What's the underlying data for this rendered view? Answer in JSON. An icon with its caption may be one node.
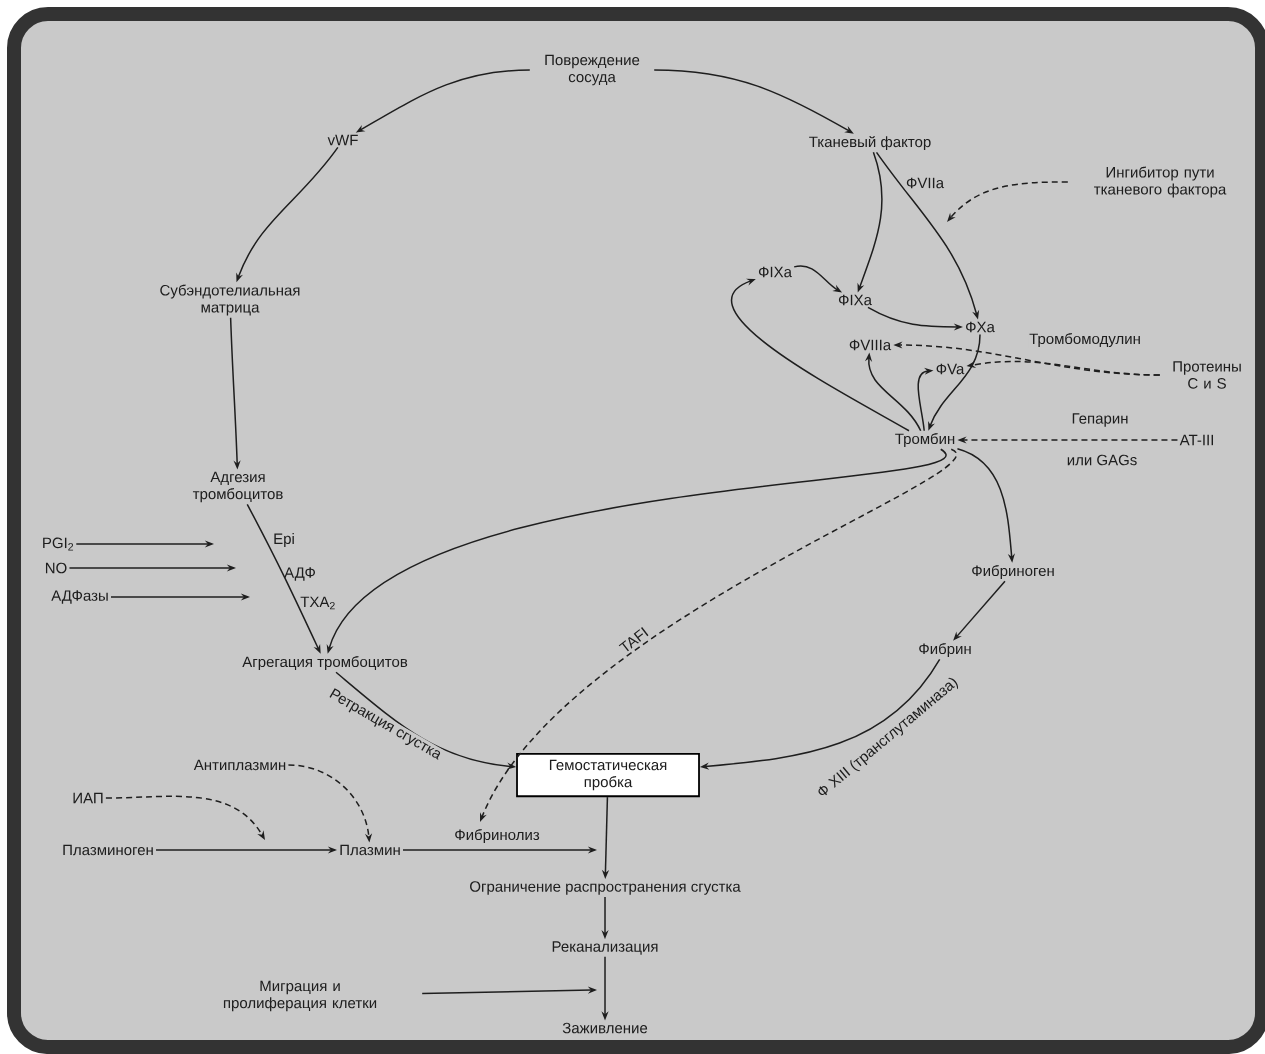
{
  "diagram": {
    "nodes": [
      {
        "text": [
          "Повреждение сосуда"
        ]
      },
      {
        "text": [
          "vWF"
        ]
      },
      {
        "text": [
          "Тканевый фактор"
        ]
      },
      {
        "text": [
          "Ингибитор пути тканевого фактора"
        ]
      },
      {
        "text": [
          "Субэндотелиальная матрица"
        ]
      },
      {
        "text": [
          "ФIXa"
        ]
      },
      {
        "text": [
          "ФIXa"
        ]
      },
      {
        "text": [
          "ФXa"
        ]
      },
      {
        "text": [
          "ФVIIIa"
        ]
      },
      {
        "text": [
          "ФVa"
        ]
      },
      {
        "text": [
          "Протеины C и S"
        ]
      },
      {
        "text": [
          "Тромбин"
        ]
      },
      {
        "text": [
          "AT-III"
        ]
      },
      {
        "text": [
          "Адгезия тромбоцитов"
        ]
      },
      {
        "text": [
          "PGI$_{2}$"
        ]
      },
      {
        "text": [
          "NO"
        ]
      },
      {
        "text": [
          "АДФазы"
        ]
      },
      {
        "text": [
          "Агрегация тромбоцитов"
        ]
      },
      {
        "text": [
          "Фибриноген"
        ]
      },
      {
        "text": [
          "Фибрин"
        ]
      },
      {
        "text": [
          "Гемостатическая пробка"
        ]
      },
      {
        "text": [
          "Антиплазмин"
        ]
      },
      {
        "text": [
          "ИАП"
        ]
      },
      {
        "text": [
          "Плазминоген"
        ]
      },
      {
        "text": [
          "Плазмин"
        ]
      },
      {
        "text": [
          "Ограничение распространения сгустка"
        ]
      },
      {
        "text": [
          "Реканализация"
        ]
      },
      {
        "text": [
          "Миграция и пролиферация клетки"
        ]
      },
      {
        "text": [
          "Заживление"
        ]
      }
    ],
    "edges": [
      {
        "from": 0,
        "to": 1,
        "arrow": "to"
      },
      {
        "from": 0,
        "to": 2,
        "arrow": "to"
      },
      {
        "from": 1,
        "to": 4,
        "arrow": "to"
      },
      {
        "from": 4,
        "to": 13,
        "arrow": "to"
      },
      {
        "from": 2,
        "to": 7,
        "arrow": "to",
        "label": "ФVIIa"
      },
      {
        "from": 2,
        "to": 6,
        "arrow": "to"
      },
      {
        "from": 3,
        "to": null,
        "arrow": "to",
        "style": "dashed"
      },
      {
        "from": 5,
        "to": 6,
        "arrow": "to"
      },
      {
        "from": 6,
        "to": 7,
        "arrow": "to"
      },
      {
        "from": 7,
        "to": 11,
        "arrow": "to"
      },
      {
        "from": 11,
        "to": 5,
        "arrow": "to"
      },
      {
        "from": 11,
        "to": 8,
        "arrow": "to"
      },
      {
        "from": 11,
        "to": 9,
        "arrow": "to"
      },
      {
        "from": 10,
        "to": 8,
        "arrow": "to",
        "style": "dashed",
        "label": "Тромбомодулин"
      },
      {
        "from": 10,
        "to": 9,
        "arrow": "to",
        "style": "dashed"
      },
      {
        "from": 12,
        "to": 11,
        "arrow": "to",
        "style": "dashed",
        "label": "Гепарин"
      },
      {
        "from": 11,
        "to": 17,
        "arrow": "to"
      },
      {
        "from": 11,
        "to": null,
        "arrow": "to",
        "style": "dashed",
        "label": "TAFI"
      },
      {
        "from": 11,
        "to": 18,
        "arrow": "to"
      },
      {
        "from": 18,
        "to": 19,
        "arrow": "to"
      },
      {
        "from": 19,
        "to": 20,
        "arrow": "to",
        "label": "Ф XIII (трансглутаминаза)"
      },
      {
        "from": 13,
        "to": 17,
        "arrow": "to"
      },
      {
        "from": 14,
        "to": null,
        "arrow": "to"
      },
      {
        "from": 15,
        "to": null,
        "arrow": "to"
      },
      {
        "from": 16,
        "to": null,
        "arrow": "to"
      },
      {
        "from": 17,
        "to": 20,
        "arrow": "to",
        "label": "Ретракция сгустка"
      },
      {
        "from": 21,
        "to": 24,
        "arrow": "to",
        "style": "dashed"
      },
      {
        "from": 22,
        "to": null,
        "arrow": "to",
        "style": "dashed"
      },
      {
        "from": 23,
        "to": 24,
        "arrow": "to"
      },
      {
        "from": 24,
        "to": null,
        "arrow": "to",
        "label": "Фибринолиз"
      },
      {
        "from": 20,
        "to": 25,
        "arrow": "to"
      },
      {
        "from": 25,
        "to": 26,
        "arrow": "to"
      },
      {
        "from": 26,
        "to": 28,
        "arrow": "to"
      },
      {
        "from": 27,
        "to": null,
        "arrow": "to"
      }
    ],
    "labels": [
      "Epi",
      "АДФ",
      "TXA$_{2}$",
      "или GAGs"
    ]
  }
}
